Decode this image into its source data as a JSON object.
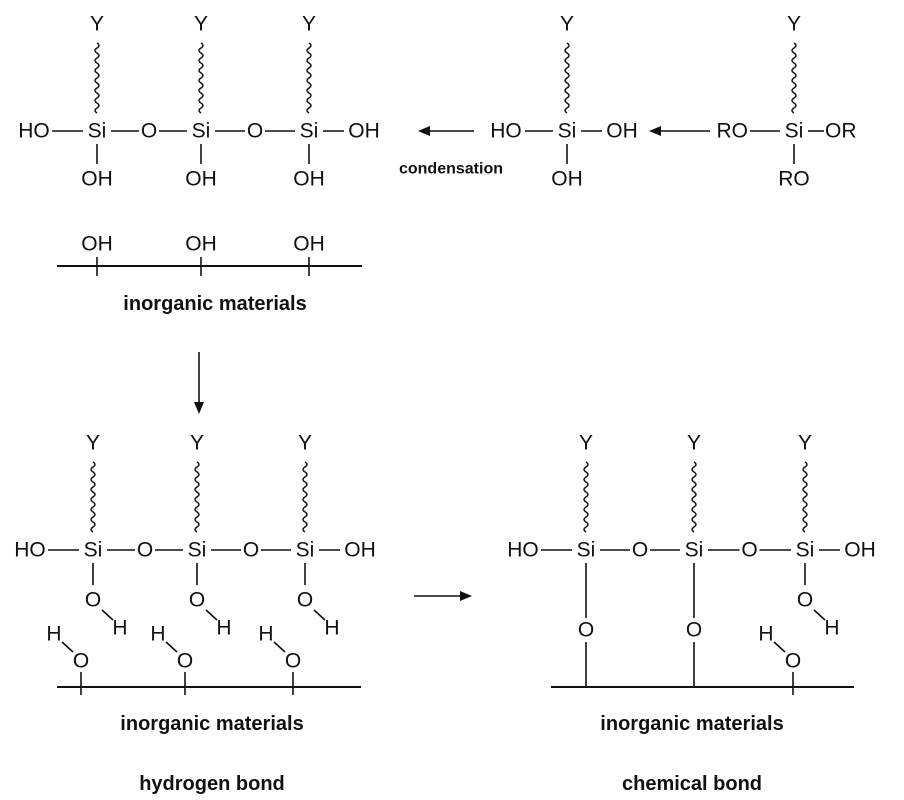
{
  "atoms": {
    "y": "Y",
    "si": "Si",
    "o": "O",
    "h": "H",
    "oh": "OH",
    "ho": "HO",
    "ro": "RO",
    "or": "OR"
  },
  "labels": {
    "condensation": "condensation",
    "surface": "inorganic materials",
    "hydrogen_bond": "hydrogen bond",
    "chemical_bond": "chemical bond"
  }
}
